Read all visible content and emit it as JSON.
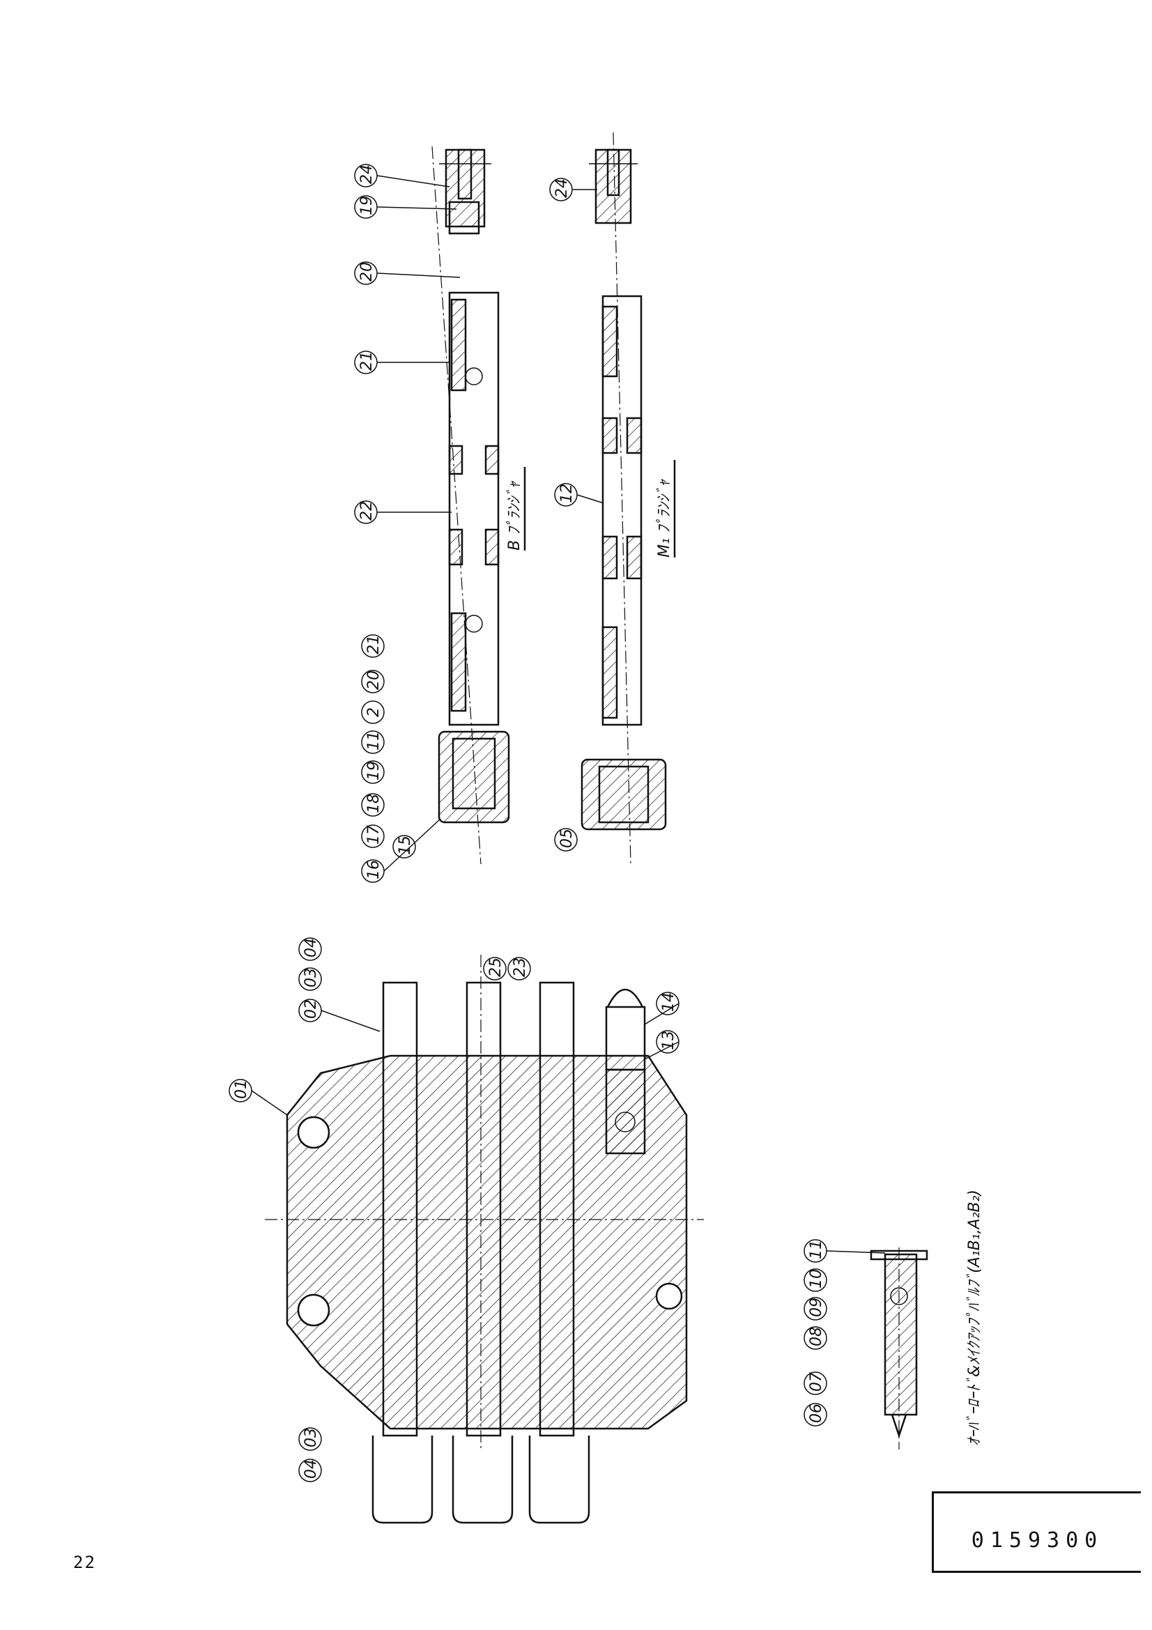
{
  "page_number": "22",
  "document_number": "0159300",
  "labels": {
    "b_plunger": "B ﾌﾟﾗﾝｼﾞｬ",
    "m1_plunger": "M₁ ﾌﾟﾗﾝｼﾞｬ",
    "valve_caption": "ｵｰﾊﾞｰﾛｰﾄﾞ&ﾒｲｸｱｯﾌﾟﾊﾞﾙﾌﾞ(A₁B₁,A₂B₂)"
  },
  "callouts": {
    "b_assembly": [
      "16",
      "15",
      "17",
      "18",
      "19",
      "11",
      "2",
      "20",
      "21",
      "22",
      "21",
      "20",
      "19",
      "24"
    ],
    "m1_assembly": [
      "05",
      "12",
      "24"
    ],
    "body": [
      "01",
      "02",
      "03",
      "04",
      "25",
      "23",
      "14",
      "13",
      "04",
      "03"
    ],
    "valve": [
      "06",
      "07",
      "08",
      "09",
      "10",
      "11"
    ]
  }
}
